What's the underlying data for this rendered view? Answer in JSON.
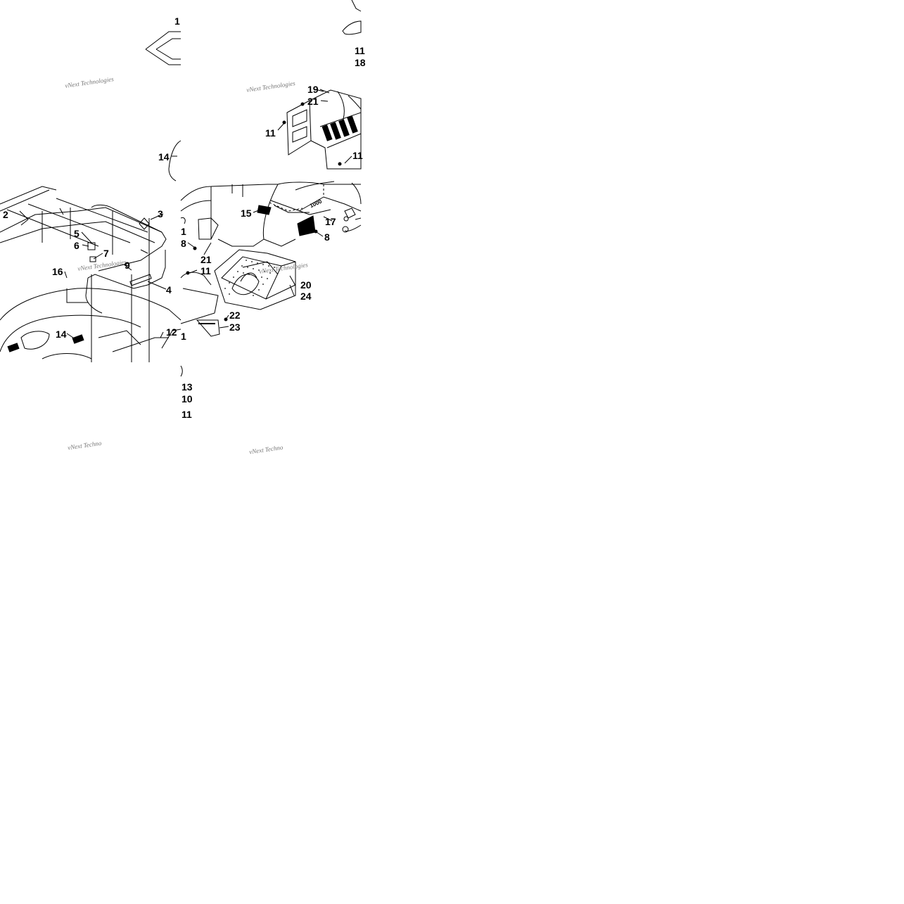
{
  "callouts": [
    {
      "id": "c1",
      "text": "1"
    },
    {
      "id": "c2",
      "text": "11"
    },
    {
      "id": "c3",
      "text": "18"
    },
    {
      "id": "c4",
      "text": "19"
    },
    {
      "id": "c5",
      "text": "21"
    },
    {
      "id": "c6",
      "text": "11"
    },
    {
      "id": "c7",
      "text": "11"
    },
    {
      "id": "c8",
      "text": "14"
    },
    {
      "id": "c9",
      "text": "2"
    },
    {
      "id": "c10",
      "text": "3"
    },
    {
      "id": "c11",
      "text": "5"
    },
    {
      "id": "c12",
      "text": "6"
    },
    {
      "id": "c13",
      "text": "7"
    },
    {
      "id": "c14",
      "text": "9"
    },
    {
      "id": "c15",
      "text": "16"
    },
    {
      "id": "c16",
      "text": "4"
    },
    {
      "id": "c17",
      "text": "14"
    },
    {
      "id": "c18",
      "text": "12"
    },
    {
      "id": "c19",
      "text": "15"
    },
    {
      "id": "c20",
      "text": "17"
    },
    {
      "id": "c21",
      "text": "1"
    },
    {
      "id": "c22",
      "text": "8"
    },
    {
      "id": "c23",
      "text": "8"
    },
    {
      "id": "c24",
      "text": "21"
    },
    {
      "id": "c25",
      "text": "11"
    },
    {
      "id": "c26",
      "text": "20"
    },
    {
      "id": "c27",
      "text": "24"
    },
    {
      "id": "c28",
      "text": "22"
    },
    {
      "id": "c29",
      "text": "23"
    },
    {
      "id": "c30",
      "text": "1"
    },
    {
      "id": "c31",
      "text": "13"
    },
    {
      "id": "c32",
      "text": "10"
    },
    {
      "id": "c33",
      "text": "11"
    }
  ],
  "watermarks": [
    {
      "id": "w1",
      "text": "vNext Technologies"
    },
    {
      "id": "w2",
      "text": "vNext Technologies"
    },
    {
      "id": "w3",
      "text": "vNext Technologies"
    },
    {
      "id": "w4",
      "text": "vNext Technologies"
    },
    {
      "id": "w5",
      "text": "vNext Techno"
    },
    {
      "id": "w6",
      "text": "vNext Techno"
    }
  ],
  "decal_text": "1000"
}
